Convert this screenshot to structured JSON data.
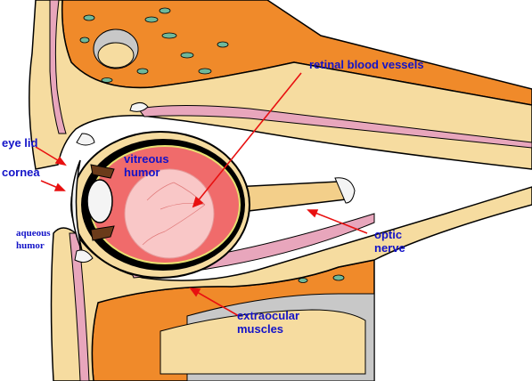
{
  "labels": {
    "retinal_blood_vessels": "retinal blood vessels",
    "eye_lid": "eye lid",
    "cornea": "cornea",
    "vitreous_humor_1": "vitreous",
    "vitreous_humor_2": "humor",
    "aqueous_humor_1": "aqueous",
    "aqueous_humor_2": "humor",
    "optic_nerve_1": "optic",
    "optic_nerve_2": "nerve",
    "extraocular_muscles_1": "extraocular",
    "extraocular_muscles_2": "muscles"
  },
  "colors": {
    "label_text": "#1313c8",
    "arrow": "#e81010",
    "bone_orange": "#f08a2a",
    "skin_beige": "#f6dca0",
    "muscle_pink": "#e8a6bc",
    "vitreous_red": "#f06b6b",
    "lens_white": "#f4f4f4",
    "fat_gray": "#c8c8c8",
    "outline": "#000000"
  }
}
